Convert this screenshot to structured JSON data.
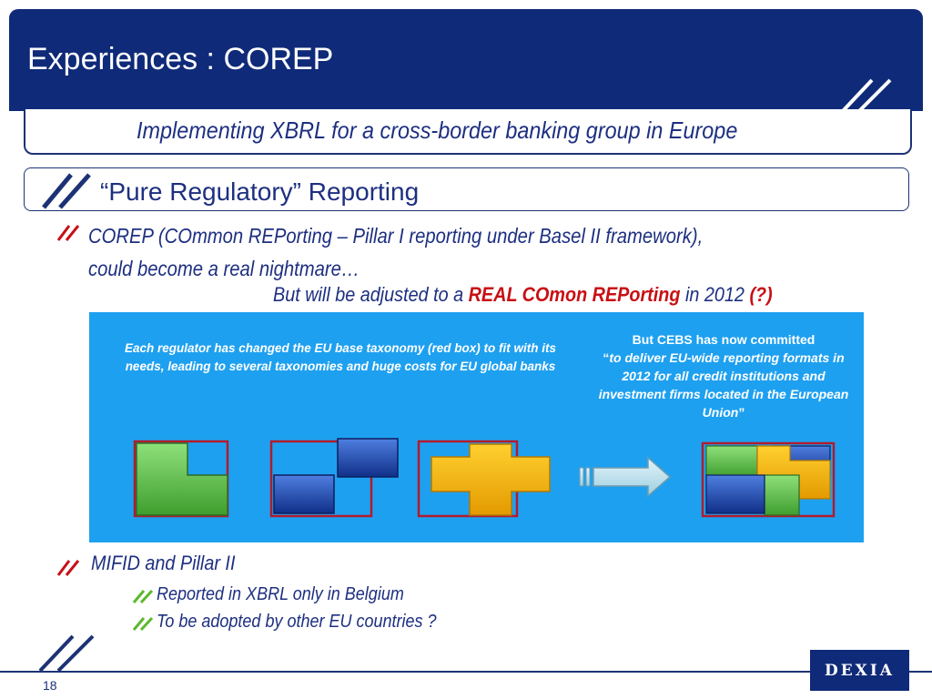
{
  "header": {
    "title": "Experiences : COREP",
    "subtitle": "Implementing XBRL for a cross-border banking group in Europe"
  },
  "section": {
    "title": "“Pure Regulatory” Reporting"
  },
  "bullet1": {
    "line1": "COREP (COmmon REPorting – Pillar I reporting under Basel II framework),",
    "line2": "could become a real nightmare…"
  },
  "adjusted": {
    "prefix": "But will be adjusted to a ",
    "highlight": "REAL COmon REPorting",
    "middle": " in 2012 ",
    "question": "(?)"
  },
  "panel": {
    "left_text": "Each regulator has changed the EU base taxonomy (red box) to fit with its needs, leading to several taxonomies and huge costs for EU global banks",
    "right_line1": "But CEBS has now committed",
    "right_quote_open": "“",
    "right_quote": "to deliver EU-wide reporting formats in 2012 for all credit institutions and investment firms located in the European Union",
    "right_quote_close": "”",
    "colors": {
      "background": "#1ea0f0",
      "red_box": "#b01c2e",
      "green": "#5fc24a",
      "blue": "#1f4fb5",
      "yellow": "#f5b800",
      "arrow": "#bfe2ee"
    }
  },
  "bullet2": {
    "label": "MIFID and Pillar II",
    "items": [
      "Reported in XBRL only in Belgium",
      "To be adopted by other EU countries ?"
    ]
  },
  "footer": {
    "page_number": "18",
    "logo_text": "DEXIA"
  }
}
